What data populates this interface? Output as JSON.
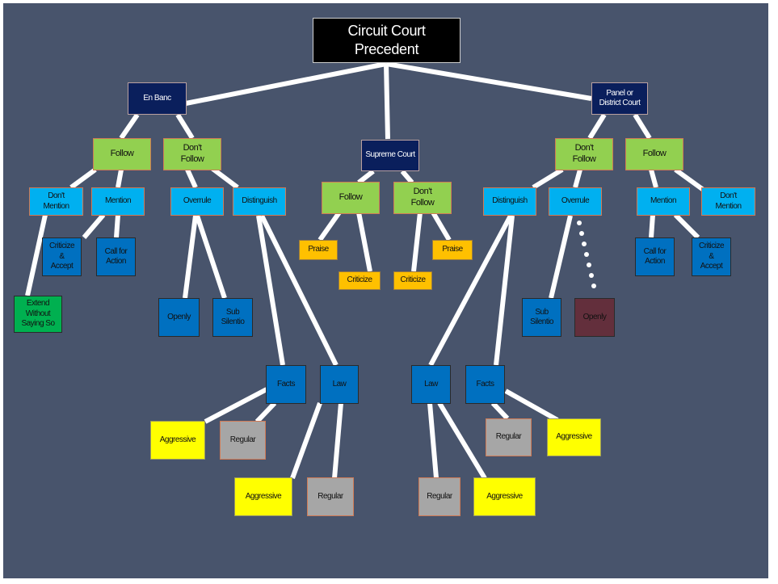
{
  "nodes": {
    "circuit_court_precedent": "Circuit Court\nPrecedent",
    "en_banc": "En Banc",
    "supreme_court": "Supreme Court",
    "panel_or_district_court": "Panel or\nDistrict Court",
    "en_banc_follow": "Follow",
    "en_banc_dont_follow": "Don't\nFollow",
    "supreme_follow": "Follow",
    "supreme_dont_follow": "Don't\nFollow",
    "panel_dont_follow": "Don't\nFollow",
    "panel_follow": "Follow",
    "en_banc_dont_mention": "Don't\nMention",
    "en_banc_mention": "Mention",
    "en_banc_overrule": "Overrule",
    "en_banc_distinguish": "Distinguish",
    "panel_distinguish": "Distinguish",
    "panel_overrule": "Overrule",
    "panel_mention": "Mention",
    "panel_dont_mention": "Don't\nMention",
    "en_banc_criticize_accept": "Criticize\n&\nAccept",
    "en_banc_call_for_action": "Call for\nAction",
    "supreme_praise_left": "Praise",
    "supreme_criticize_left": "Criticize",
    "supreme_criticize_right": "Criticize",
    "supreme_praise_right": "Praise",
    "panel_call_for_action": "Call for\nAction",
    "panel_criticize_accept": "Criticize\n&\nAccept",
    "extend_without_saying_so": "Extend\nWithout\nSaying So",
    "en_banc_openly": "Openly",
    "en_banc_sub_silentio": "Sub\nSilentio",
    "panel_sub_silentio": "Sub\nSilentio",
    "panel_openly": "Openly",
    "en_banc_facts": "Facts",
    "en_banc_law": "Law",
    "panel_law": "Law",
    "panel_facts": "Facts",
    "en_banc_facts_aggressive": "Aggressive",
    "en_banc_facts_regular": "Regular",
    "en_banc_law_aggressive": "Aggressive",
    "en_banc_law_regular": "Regular",
    "panel_law_regular": "Regular",
    "panel_law_aggressive": "Aggressive",
    "panel_facts_regular": "Regular",
    "panel_facts_aggressive": "Aggressive"
  },
  "colors": {
    "background": "#48546c",
    "connector": "#ffffff",
    "court_node": "#0a1f5c",
    "follow_node": "#92d050",
    "action_node": "#00b0f0",
    "method_node": "#0070c0",
    "supreme_result_node": "#ffc000",
    "aggressive_node": "#ffff00",
    "regular_node": "#a6a6a6",
    "extend_node": "#00b050",
    "panel_openly_node": "#632f3c"
  }
}
